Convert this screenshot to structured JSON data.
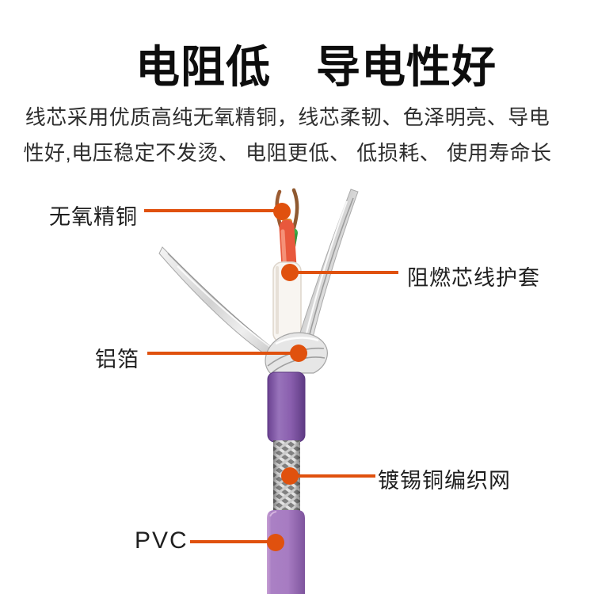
{
  "title": "电阻低　导电性好",
  "description": [
    "线芯采用优质高纯无氧精铜，线芯柔韧、色泽明亮、导电",
    "性好,电压稳定不发烫、 电阻更低、 低损耗、 使用寿命长"
  ],
  "callouts": [
    {
      "label": "无氧精铜",
      "target": "oxygen-free-copper-conductor",
      "side": "left"
    },
    {
      "label": "阻燃芯线护套",
      "target": "flame-retardant-core-sheath",
      "side": "right"
    },
    {
      "label": "铝箔",
      "target": "aluminum-foil",
      "side": "left"
    },
    {
      "label": "镀锡铜编织网",
      "target": "tinned-copper-braid",
      "side": "right"
    },
    {
      "label": "PVC",
      "target": "pvc-outer-jacket",
      "side": "left"
    }
  ],
  "colors": {
    "accent_orange": "#e0510e",
    "wire_red": "#e8583c",
    "wire_green": "#3cab47",
    "bare_copper": "#9c5c33",
    "jacket_purple": "#8a5fae",
    "pvc_purple": "#a77cc2",
    "foil_silver": "#e2e2e2",
    "braid_silver": "#c6c6c6",
    "title_color": "#0d0d0d",
    "body_text_color": "#2e2e2e"
  }
}
